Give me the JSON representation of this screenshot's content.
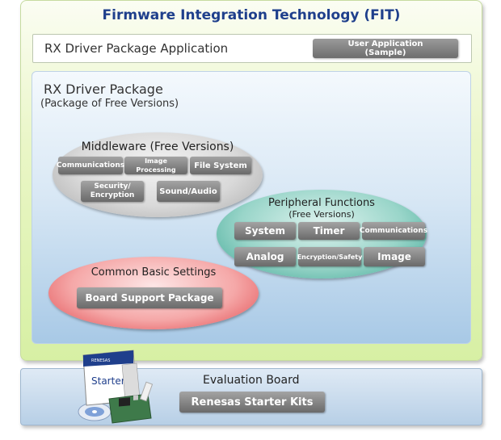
{
  "fit": {
    "title": "Firmware Integration Technology (FIT)"
  },
  "app_bar": {
    "label": "RX Driver Package Application",
    "user_app_line1": "User Application",
    "user_app_line2": "(Sample)"
  },
  "rdp": {
    "title": "RX Driver Package",
    "subtitle": "(Package of Free Versions)"
  },
  "middleware": {
    "title": "Middleware (Free Versions)",
    "items": [
      "Communications",
      "Image Processing",
      "File System",
      "Security/",
      "Encryption",
      "Sound/Audio"
    ]
  },
  "peripheral": {
    "title_line1": "Peripheral Functions",
    "title_line2": "(Free Versions)",
    "items": [
      "System",
      "Timer",
      "Communications",
      "Analog",
      "Encryption/Safety",
      "Image"
    ]
  },
  "common": {
    "title": "Common Basic Settings",
    "bsp": "Board Support Package"
  },
  "evaluation": {
    "title": "Evaluation Board",
    "kit_button": "Renesas Starter Kits",
    "kit_box_brand": "RENESAS",
    "kit_box_text": "StarterKit"
  },
  "colors": {
    "title_blue": "#1f3f8c",
    "fit_green": "#d7f0a4",
    "rdp_blue": "#a8c9e6",
    "middleware_grey": "#a9a9a9",
    "peripheral_teal": "#3aa592",
    "common_red": "#e0464b"
  }
}
